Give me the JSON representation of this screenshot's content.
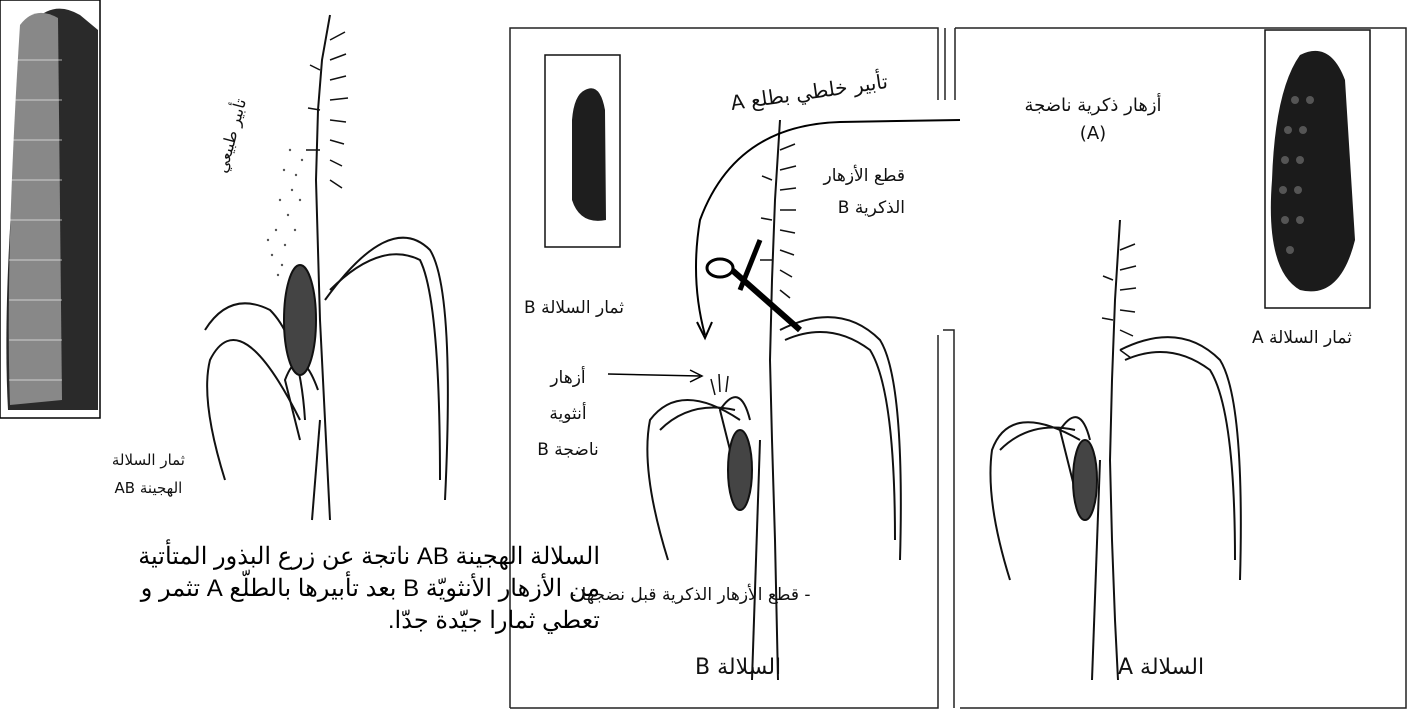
{
  "left_panel": {
    "hybrid_fruit_label": [
      "ثمار السلالة",
      "الهجينة AB"
    ],
    "natural_pollination_label": "تأبير طبيعي",
    "caption": "السلالة الهجينة AB ناتجة عن زرع البذور المتأتية من الأزهار الأنثويّة B بعد تأبيرها بالطلّع A تثمر و تعطي ثمارا جيّدة جدّا."
  },
  "panel_b": {
    "fruit_label": "ثمار السلالة B",
    "cut_label": [
      "قطع الأزهار",
      "الذكرية B"
    ],
    "female_flowers_label": [
      "أزهار",
      "أنثوية",
      "ناضجة B"
    ],
    "cut_note": "- قطع الأزهار الذكرية قبل نضجها -",
    "strain_label": "السلالة B",
    "cross_pollination_label": "تأبير خلطي بطلع A"
  },
  "panel_a": {
    "male_flowers_label": [
      "أزهار ذكرية ناضجة",
      "(A)"
    ],
    "fruit_label": "ثمار السلالة A",
    "strain_label": "السلالة A"
  }
}
